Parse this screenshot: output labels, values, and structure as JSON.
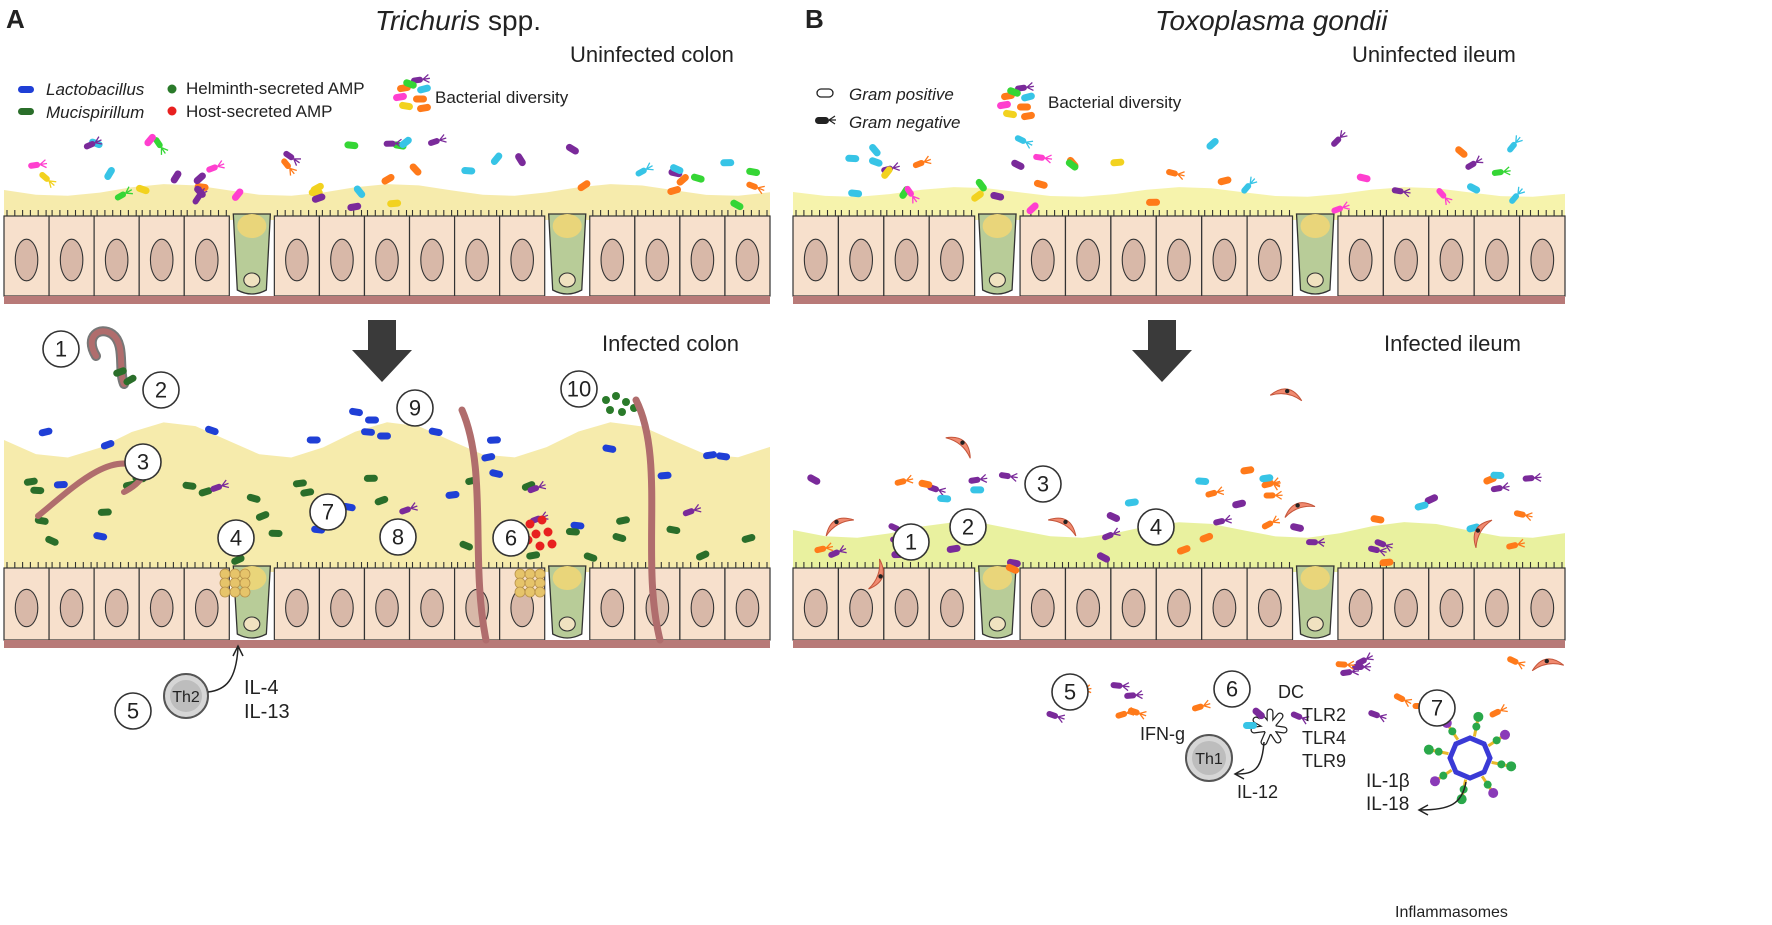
{
  "panel_a": {
    "letter": "A",
    "title": "Trichuris spp.",
    "title_italic_part": "Trichuris",
    "title_rest": " spp.",
    "uninfected_label": "Uninfected colon",
    "infected_label": "Infected colon",
    "legend": {
      "lactobacillus": "Lactobacillus",
      "mucispirillum": "Mucispirillum",
      "helminth_amp": "Helminth-secreted AMP",
      "host_amp": "Host-secreted AMP",
      "bacterial_diversity": "Bacterial diversity"
    },
    "steps": [
      "1",
      "2",
      "3",
      "4",
      "5",
      "6",
      "7",
      "8",
      "9",
      "10"
    ],
    "th2_label": "Th2",
    "cytokines": [
      "IL-4",
      "IL-13"
    ]
  },
  "panel_b": {
    "letter": "B",
    "title": "Toxoplasma gondii",
    "uninfected_label": "Uninfected ileum",
    "infected_label": "Infected ileum",
    "legend": {
      "gram_positive": "Gram positive",
      "gram_negative": "Gram negative",
      "bacterial_diversity": "Bacterial diversity"
    },
    "steps": [
      "1",
      "2",
      "3",
      "4",
      "5",
      "6",
      "7"
    ],
    "dc_label": "DC",
    "tlrs": [
      "TLR2",
      "TLR4",
      "TLR9"
    ],
    "ifn": "IFN-g",
    "th1_label": "Th1",
    "il12": "IL-12",
    "inflammasome_cytokines": [
      "IL-1β",
      "IL-18"
    ],
    "inflammasomes_label": "Inflammasomes"
  },
  "colors": {
    "lactobacillus": "#1f3fd6",
    "mucispirillum": "#2a6e2a",
    "helminth_amp": "#2a7a2a",
    "host_amp": "#e8201f",
    "mucus_a": "#f6eaa8",
    "mucus_b": "#e8f09a",
    "cell_fill": "#f7e0cc",
    "nucleus": "#d8b8a8",
    "goblet": "#b8cc98",
    "basement": "#b87a78",
    "worm": "#b06d6d",
    "parasite": "#f08a70",
    "diversity": [
      "#ff7a1a",
      "#7a2a9a",
      "#37c4e6",
      "#ff3fcf",
      "#f2d21f",
      "#35d635"
    ]
  }
}
